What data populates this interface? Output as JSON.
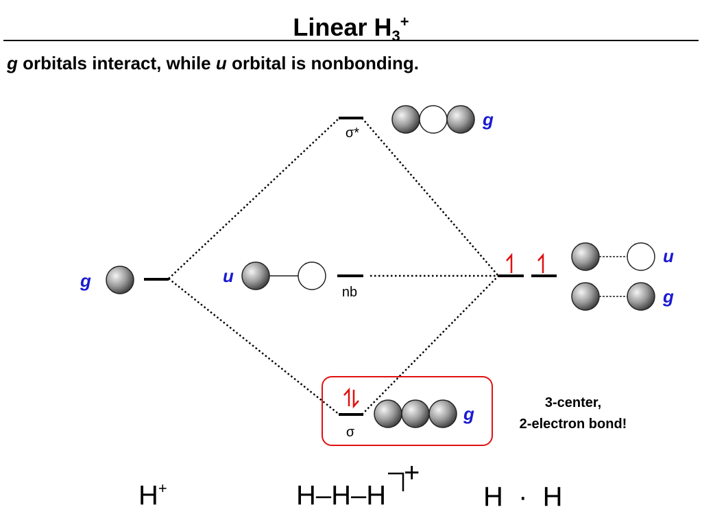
{
  "title": {
    "text": "Linear H",
    "sub": "3",
    "sup": "+"
  },
  "subtitle": {
    "g": "g",
    "part1": " orbitals interact, while ",
    "u": "u",
    "part2": " orbital is nonbonding."
  },
  "levels": {
    "sigma_star": "σ*",
    "nonbonding": "nb",
    "sigma": "σ"
  },
  "symmetry": {
    "left_g": "g",
    "center_u": "u",
    "top_g": "g",
    "right_u": "u",
    "right_g": "g",
    "bottom_g": "g"
  },
  "note": {
    "line1": "3-center,",
    "line2": "2-electron bond!"
  },
  "formulas": {
    "left": "H",
    "left_sup": "+",
    "middle": "H–H–H",
    "middle_sup": "+",
    "right": "H  ·  H"
  },
  "colors": {
    "symmetry_label": "#1a1ad0",
    "electron": "#e01010",
    "highlight_box": "#e01010"
  }
}
